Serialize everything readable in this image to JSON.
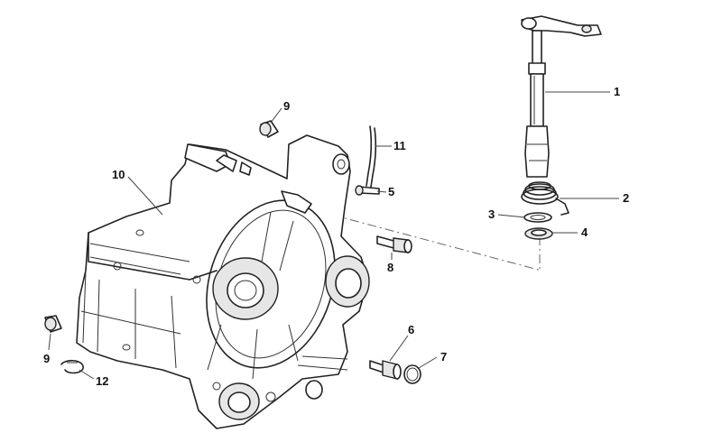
{
  "callouts": {
    "c1": "1",
    "c2": "2",
    "c3": "3",
    "c4": "4",
    "c5": "5",
    "c6": "6",
    "c7": "7",
    "c8": "8",
    "c9a": "9",
    "c9b": "9",
    "c10": "10",
    "c11": "11",
    "c12": "12"
  }
}
